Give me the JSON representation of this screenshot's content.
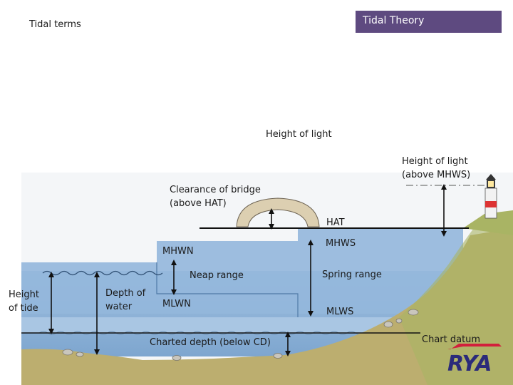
{
  "header": {
    "title": "Tidal terms",
    "badge": "Tidal Theory"
  },
  "labels": {
    "height_of_light": "Height of light",
    "height_of_light_mhws_1": "Height of light",
    "height_of_light_mhws_2": "(above MHWS)",
    "clearance_1": "Clearance of bridge",
    "clearance_2": "(above HAT)",
    "hat": "HAT",
    "mhwn": "MHWN",
    "mhws": "MHWS",
    "neap_range": "Neap range",
    "spring_range": "Spring range",
    "height_of_tide_1": "Height",
    "height_of_tide_2": "of tide",
    "depth_of_water_1": "Depth of",
    "depth_of_water_2": "water",
    "mlwn": "MLWN",
    "mlws": "MLWS",
    "charted_depth": "Charted depth (below CD)",
    "chart_datum": "Chart datum"
  },
  "logo": {
    "text": "RYA"
  },
  "colors": {
    "badge": "#5e4a80",
    "water": "#8fb3d8",
    "water_dark": "#6d97c3",
    "seabed": "#b9ad6a",
    "grass": "#9bb15d",
    "bridge": "#d8ccb0",
    "logo_blue": "#2b2b7a",
    "logo_red": "#d21f3c"
  }
}
